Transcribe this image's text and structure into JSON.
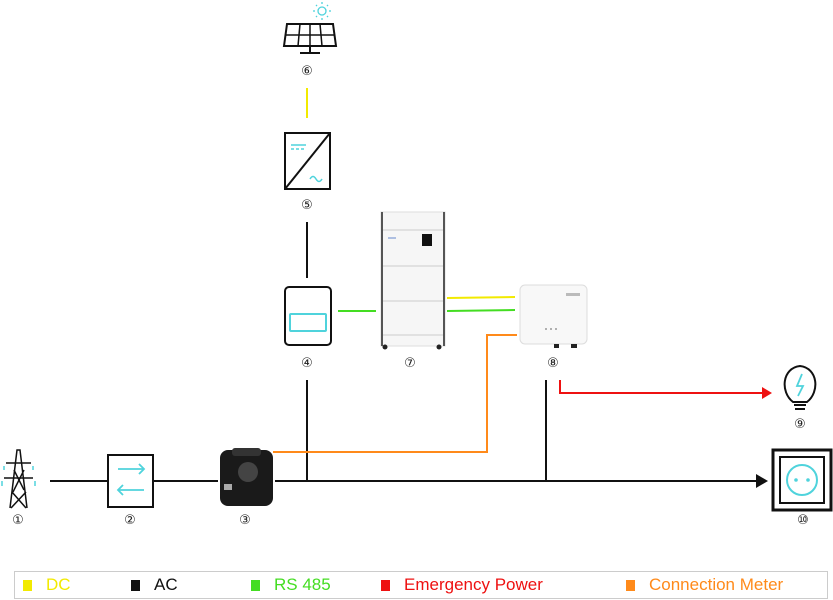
{
  "colors": {
    "dc": "#f2ea00",
    "ac": "#111111",
    "rs485": "#44dd22",
    "emergency": "#ee1111",
    "meter": "#ff8a1a",
    "icon_accent": "#4fd3dc"
  },
  "labels": {
    "n1": "①",
    "n2": "②",
    "n3": "③",
    "n4": "④",
    "n5": "⑤",
    "n6": "⑥",
    "n7": "⑦",
    "n8": "⑧",
    "n9": "⑨",
    "n10": "⑩"
  },
  "components": [
    {
      "id": "1",
      "icon": "power-pylon-icon"
    },
    {
      "id": "2",
      "icon": "bidirectional-meter-icon"
    },
    {
      "id": "3",
      "icon": "current-sensor-icon"
    },
    {
      "id": "4",
      "icon": "energy-meter-icon"
    },
    {
      "id": "5",
      "icon": "dc-ac-inverter-icon"
    },
    {
      "id": "6",
      "icon": "solar-panel-icon"
    },
    {
      "id": "7",
      "icon": "battery-storage-icon"
    },
    {
      "id": "8",
      "icon": "hybrid-inverter-icon"
    },
    {
      "id": "9",
      "icon": "light-bulb-icon"
    },
    {
      "id": "10",
      "icon": "power-socket-icon"
    }
  ],
  "legend": [
    {
      "label": "DC",
      "color": "#f2ea00",
      "text_color": "#f2ea00"
    },
    {
      "label": "AC",
      "color": "#111111",
      "text_color": "#111111"
    },
    {
      "label": "RS 485",
      "color": "#44dd22",
      "text_color": "#44dd22"
    },
    {
      "label": "Emergency Power",
      "color": "#ee1111",
      "text_color": "#ee1111"
    },
    {
      "label": "Connection Meter",
      "color": "#ff8a1a",
      "text_color": "#ff8a1a"
    }
  ]
}
